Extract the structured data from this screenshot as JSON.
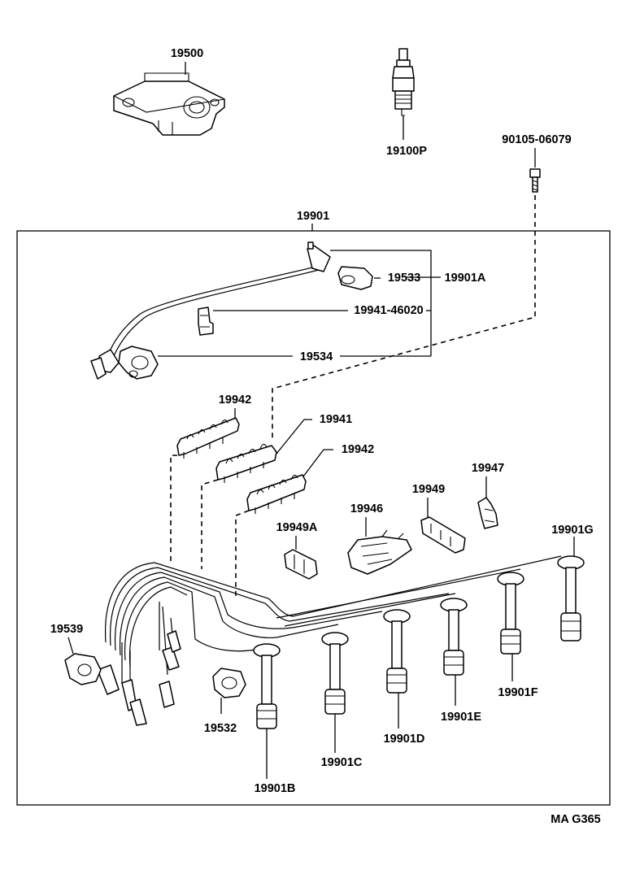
{
  "diagram_ref": "MA G365",
  "labels": {
    "p19500": "19500",
    "p19100P": "19100P",
    "p90105": "90105-06079",
    "p19901": "19901",
    "p19533": "19533",
    "p19901A": "19901A",
    "p19941_46020": "19941-46020",
    "p19534": "19534",
    "p19942a": "19942",
    "p19941": "19941",
    "p19942b": "19942",
    "p19947": "19947",
    "p19949": "19949",
    "p19946": "19946",
    "p19949A": "19949A",
    "p19901G": "19901G",
    "p19539": "19539",
    "p19901F": "19901F",
    "p19901E": "19901E",
    "p19532": "19532",
    "p19901D": "19901D",
    "p19901C": "19901C",
    "p19901B": "19901B"
  }
}
